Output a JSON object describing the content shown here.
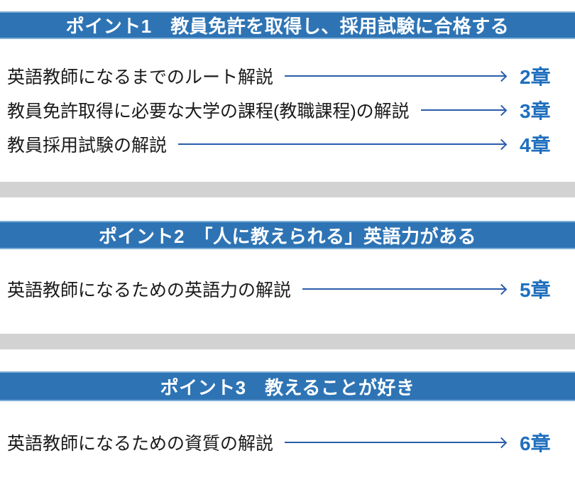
{
  "theme": {
    "accent_blue": "#2E74B5",
    "accent_edge_blue": "#7FAED6",
    "arrow_blue": "#2A5CAA",
    "chapter_blue": "#1F6FBE",
    "divider_gray": "#D2D2D2",
    "body_text": "#1a1a1a",
    "header_text": "#ffffff"
  },
  "sections": [
    {
      "header": "ポイント1　教員免許を取得し、採用試験に合格する",
      "rows": [
        {
          "label": "英語教師になるまでのルート解説",
          "chapter": "2章"
        },
        {
          "label": "教員免許取得に必要な大学の課程(教職課程)の解説",
          "chapter": "3章"
        },
        {
          "label": "教員採用試験の解説",
          "chapter": "4章"
        }
      ]
    },
    {
      "header": "ポイント2　「人に教えられる」英語力がある",
      "rows": [
        {
          "label": "英語教師になるための英語力の解説",
          "chapter": "5章"
        }
      ]
    },
    {
      "header": "ポイント3　教えることが好き",
      "rows": [
        {
          "label": "英語教師になるための資質の解説",
          "chapter": "6章"
        }
      ]
    }
  ]
}
